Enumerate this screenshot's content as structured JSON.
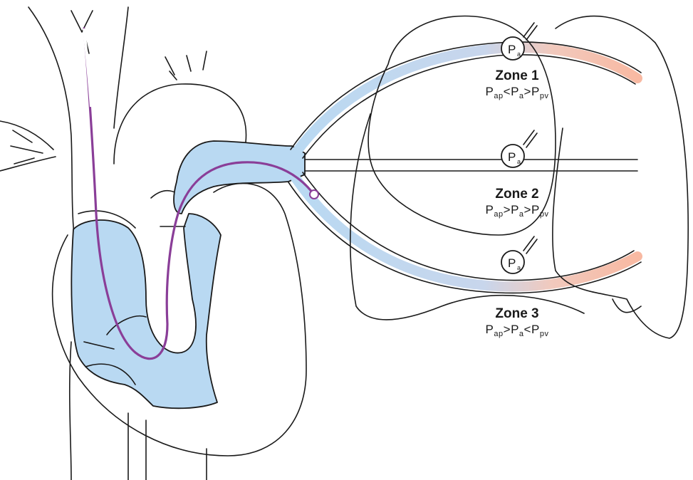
{
  "colors": {
    "blood_blue": "#b9d9f2",
    "venous_pink": "#f6c6b3",
    "catheter_purple": "#8a3e98",
    "outline": "#1a1a1a"
  },
  "gauges": [
    {
      "symbol": "P",
      "sub": "a"
    },
    {
      "symbol": "P",
      "sub": "a"
    },
    {
      "symbol": "P",
      "sub": "a"
    }
  ],
  "zones": [
    {
      "title": "Zone 1",
      "p1": "P",
      "s1": "ap",
      "op1": "<",
      "p2": "P",
      "s2": "a",
      "op2": ">",
      "p3": "P",
      "s3": "pv"
    },
    {
      "title": "Zone 2",
      "p1": "P",
      "s1": "ap",
      "op1": ">",
      "p2": "P",
      "s2": "a",
      "op2": ">",
      "p3": "P",
      "s3": "pv"
    },
    {
      "title": "Zone 3",
      "p1": "P",
      "s1": "ap",
      "op1": ">",
      "p2": "P",
      "s2": "a",
      "op2": "<",
      "p3": "P",
      "s3": "pv"
    }
  ]
}
